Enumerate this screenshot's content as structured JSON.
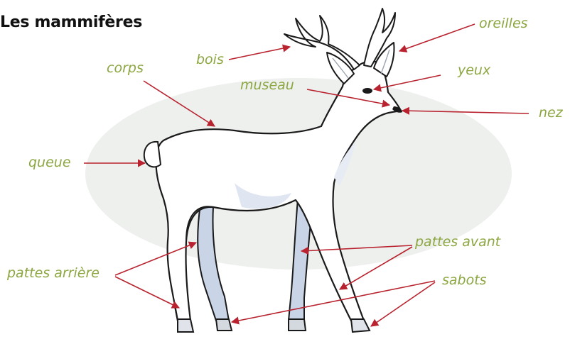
{
  "title": "Les mammifères",
  "labels": {
    "bois": "bois",
    "oreilles": "oreilles",
    "corps": "corps",
    "yeux": "yeux",
    "museau": "museau",
    "nez": "nez",
    "queue": "queue",
    "pattes_avant": "pattes avant",
    "pattes_arriere": "pattes arrière",
    "sabots": "sabots"
  },
  "colors": {
    "label_text": "#8ca640",
    "arrow": "#b8232f",
    "background_ellipse": "#eef0ee",
    "outline": "#1a1a1a",
    "body_fill": "#ffffff",
    "shade_fill": "#c9d4e6"
  }
}
